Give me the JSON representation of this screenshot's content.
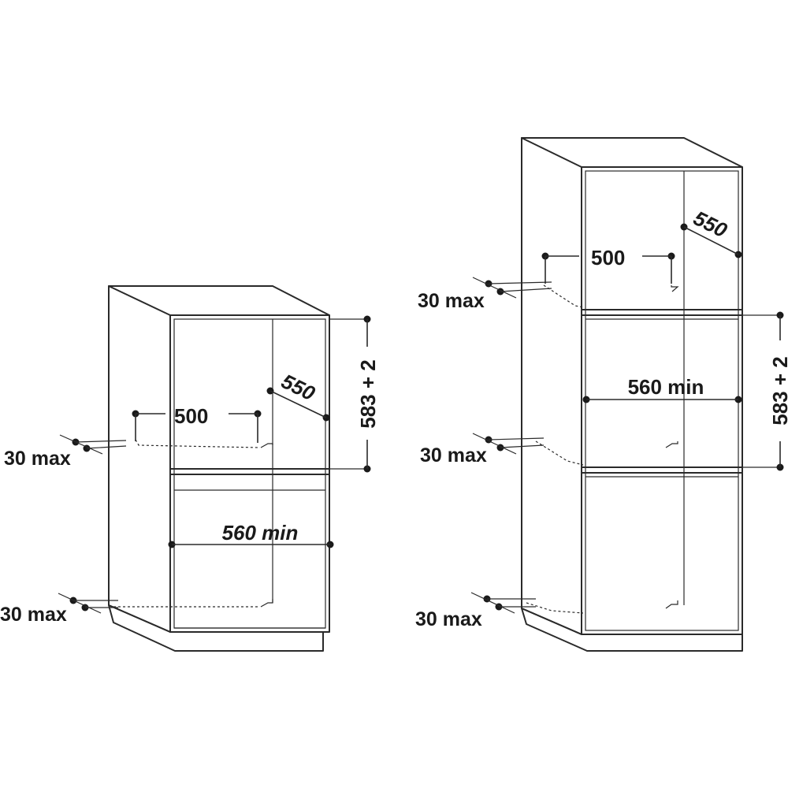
{
  "left_cabinet": {
    "depth_label": "550",
    "inner_depth_label": "500",
    "height_label": "583 + 2",
    "width_label": "560 min",
    "gap_top_label": "30 max",
    "gap_bottom_label": "30 max"
  },
  "right_cabinet": {
    "depth_label": "550",
    "inner_depth_label": "500",
    "height_label": "583 + 2",
    "width_label": "560 min",
    "gap_top_label": "30 max",
    "gap_mid_label": "30 max",
    "gap_bottom_label": "30 max"
  }
}
